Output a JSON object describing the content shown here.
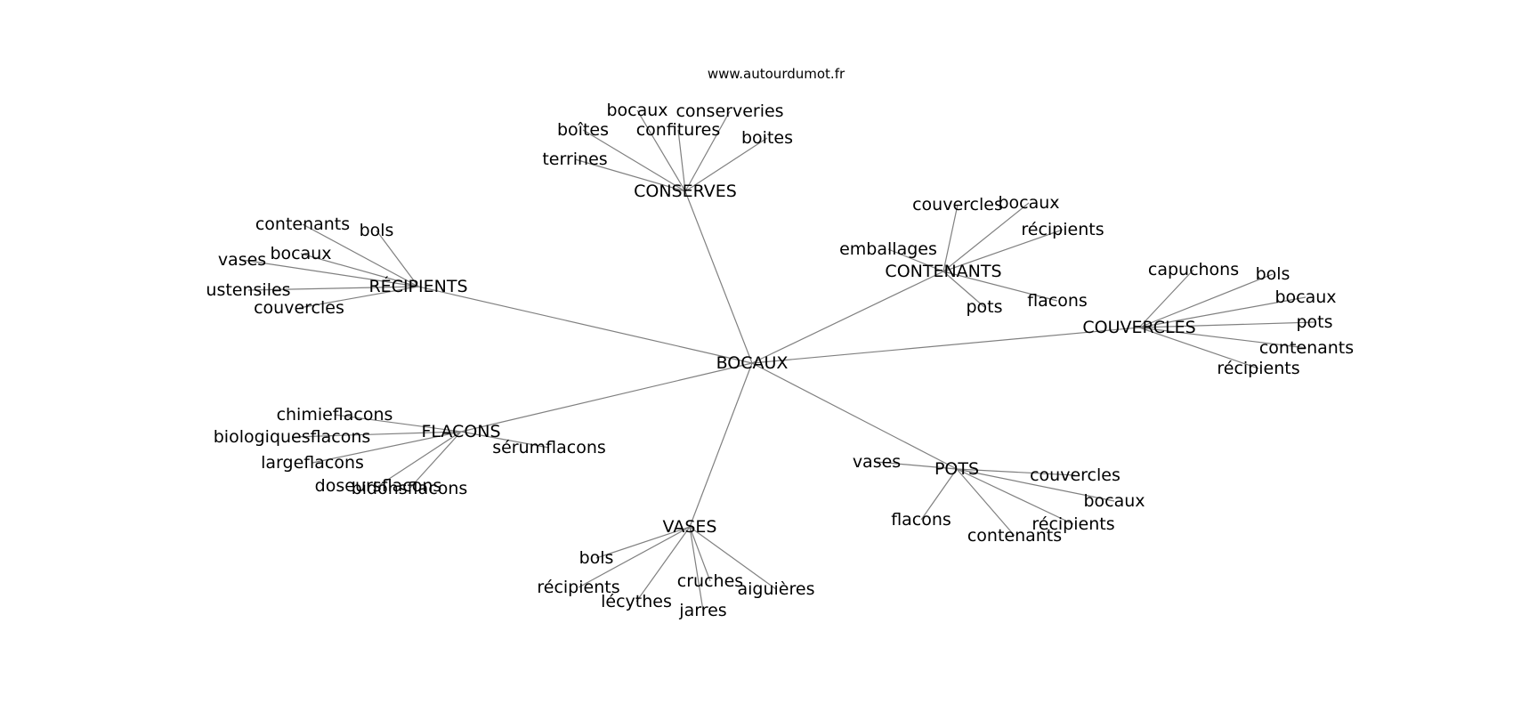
{
  "source": "www.autourdumot.fr",
  "center": "BOCAUX",
  "groups": [
    {
      "id": "conserves",
      "label": "CONSERVES",
      "children": [
        "bocaux",
        "conserveries",
        "boîtes",
        "confitures",
        "boites",
        "terrines"
      ]
    },
    {
      "id": "recipients",
      "label": "RÉCIPIENTS",
      "children": [
        "contenants",
        "bols",
        "vases",
        "bocaux",
        "ustensiles",
        "couvercles"
      ]
    },
    {
      "id": "contenants",
      "label": "CONTENANTS",
      "children": [
        "couvercles",
        "bocaux",
        "récipients",
        "emballages",
        "pots",
        "flacons"
      ]
    },
    {
      "id": "couvercles",
      "label": "COUVERCLES",
      "children": [
        "capuchons",
        "bols",
        "bocaux",
        "pots",
        "contenants",
        "récipients"
      ]
    },
    {
      "id": "flacons",
      "label": "FLACONS",
      "children": [
        "chimieflacons",
        "biologiquesflacons",
        "sérumflacons",
        "largeflacons",
        "doseursflacons",
        "bidonsflacons"
      ]
    },
    {
      "id": "pots",
      "label": "POTS",
      "children": [
        "vases",
        "couvercles",
        "bocaux",
        "flacons",
        "récipients",
        "contenants"
      ]
    },
    {
      "id": "vases",
      "label": "VASES",
      "children": [
        "bols",
        "récipients",
        "cruches",
        "aiguières",
        "lécythes",
        "jarres"
      ]
    }
  ]
}
